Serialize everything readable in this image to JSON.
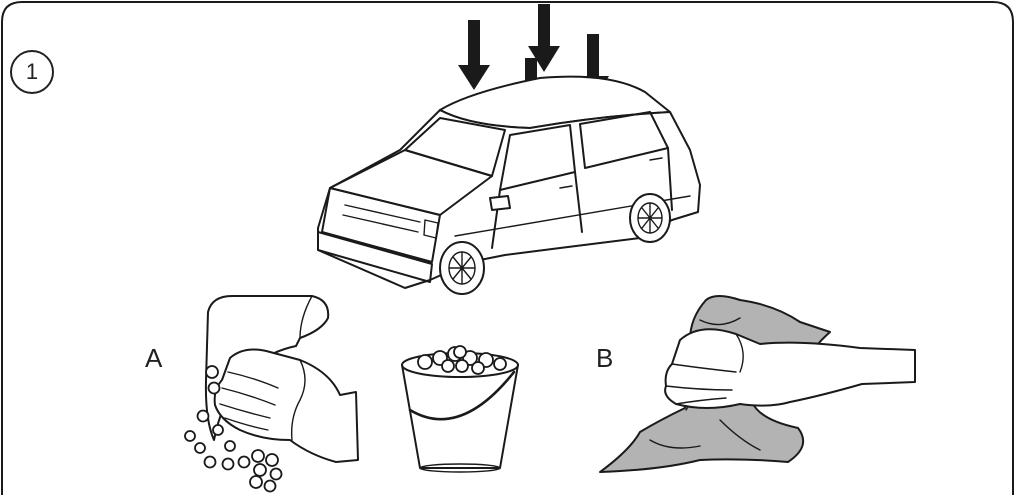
{
  "step": {
    "number": "1"
  },
  "labels": {
    "a": "A",
    "b": "B"
  }
}
